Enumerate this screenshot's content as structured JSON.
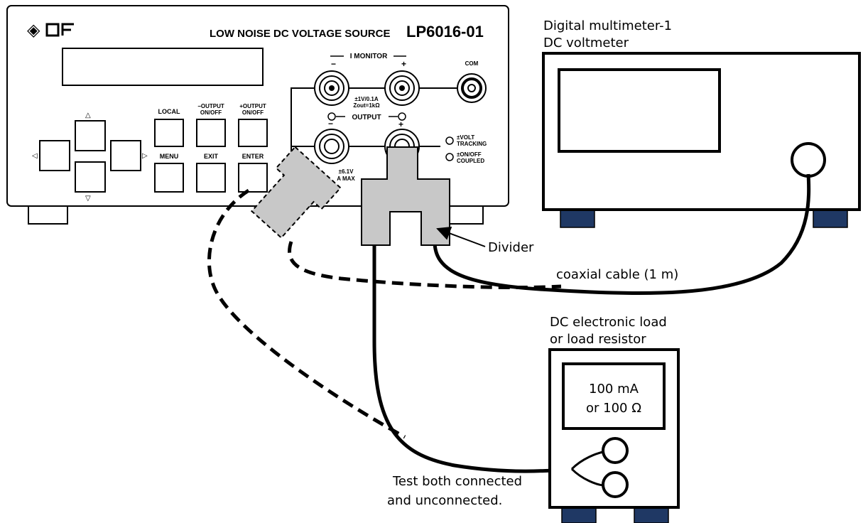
{
  "source": {
    "brand": "NF",
    "title": "LOW NOISE DC VOLTAGE SOURCE",
    "model": "LP6016-01",
    "i_monitor": "I MONITOR",
    "i_monitor_minus": "−",
    "i_monitor_plus": "+",
    "com": "COM",
    "scale_line1": "±1V/0.1A",
    "scale_line2": "Zout=1kΩ",
    "output": "OUTPUT",
    "output_minus": "−",
    "output_plus": "+",
    "max_line1": "±6.1V",
    "max_line2": "A MAX",
    "volt_tracking_line1": "±VOLT",
    "volt_tracking_line2": "TRACKING",
    "onoff_coupled_line1": "±ON/OFF",
    "onoff_coupled_line2": "COUPLED",
    "buttons": {
      "local": "LOCAL",
      "minus_output_line1": "−OUTPUT",
      "minus_output_line2": "ON/OFF",
      "plus_output_line1": "+OUTPUT",
      "plus_output_line2": "ON/OFF",
      "menu": "MENU",
      "exit": "EXIT",
      "enter": "ENTER"
    }
  },
  "multimeter": {
    "label_line1": "Digital multimeter-1",
    "label_line2": "DC voltmeter"
  },
  "divider_label": "Divider",
  "coax_label": "coaxial cable (1 m)",
  "load": {
    "label_line1": "DC electronic load",
    "label_line2": "or load resistor",
    "display_line1": "100 mA",
    "display_line2": "or 100 Ω"
  },
  "test_note_line1": "Test both connected",
  "test_note_line2": "and unconnected."
}
